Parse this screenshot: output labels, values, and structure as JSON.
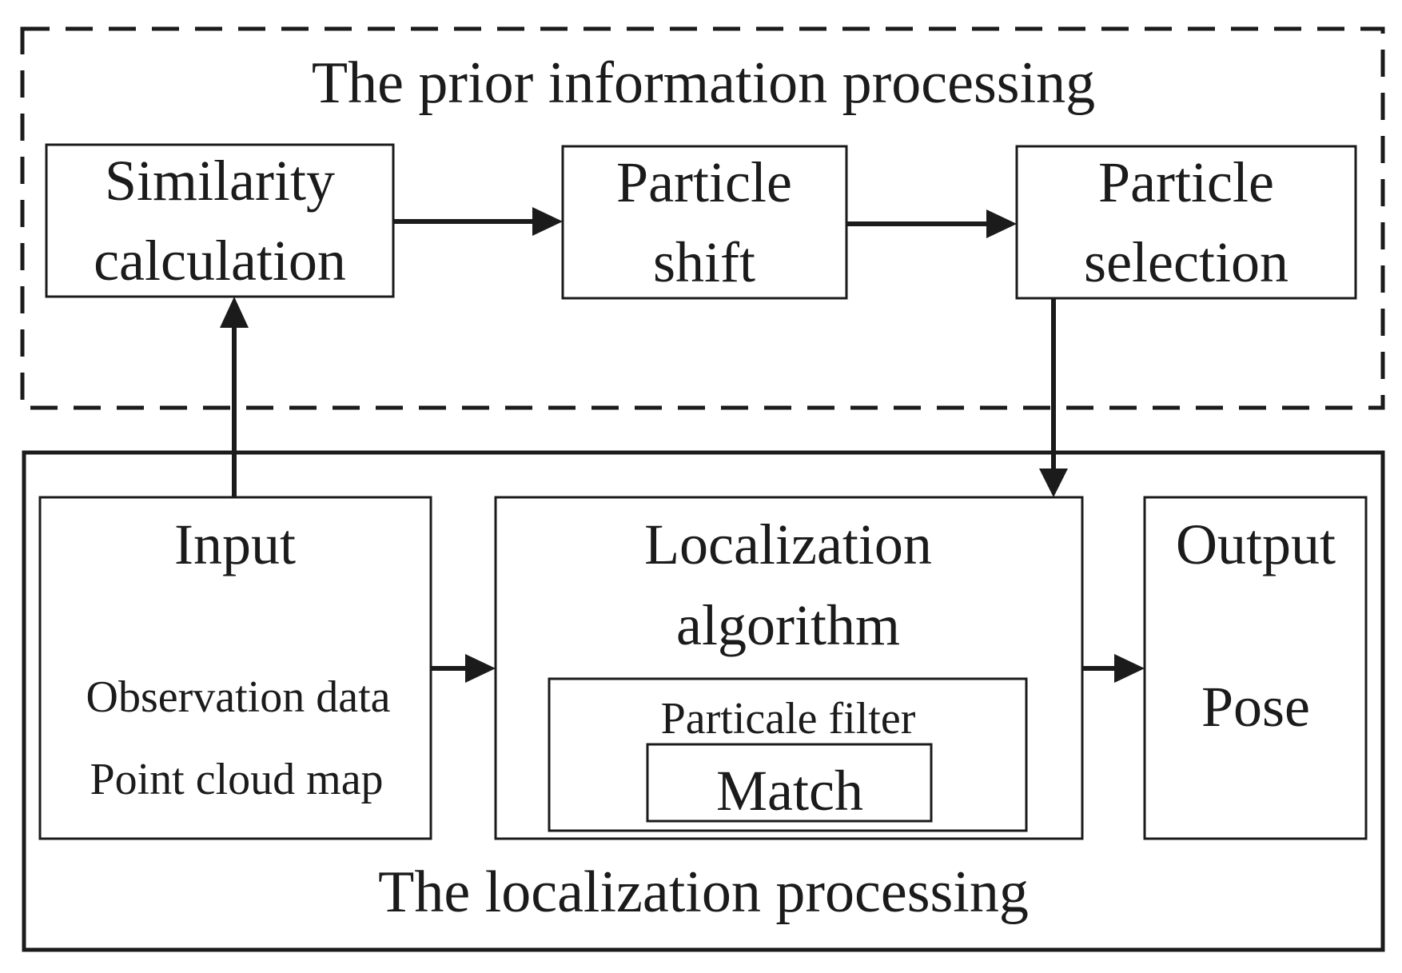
{
  "prior_group": {
    "title": "The prior information processing"
  },
  "localization_group": {
    "title": "The localization processing"
  },
  "nodes": {
    "similarity": {
      "line1": "Similarity",
      "line2": "calculation"
    },
    "shift": {
      "line1": "Particle",
      "line2": "shift"
    },
    "selection": {
      "line1": "Particle",
      "line2": "selection"
    },
    "input": {
      "title": "Input",
      "item1": "Observation data",
      "item2": "Point cloud map"
    },
    "localization": {
      "line1": "Localization",
      "line2": "algorithm",
      "filter_label": "Particale filter",
      "match_label": "Match"
    },
    "output": {
      "title": "Output",
      "value": "Pose"
    }
  },
  "edges": [
    {
      "from": "similarity",
      "to": "shift"
    },
    {
      "from": "shift",
      "to": "selection"
    },
    {
      "from": "selection",
      "to": "localization"
    },
    {
      "from": "input",
      "to": "similarity"
    },
    {
      "from": "input",
      "to": "localization"
    },
    {
      "from": "localization",
      "to": "output"
    }
  ],
  "colors": {
    "stroke": "#1b1b1b",
    "background": "#ffffff"
  }
}
